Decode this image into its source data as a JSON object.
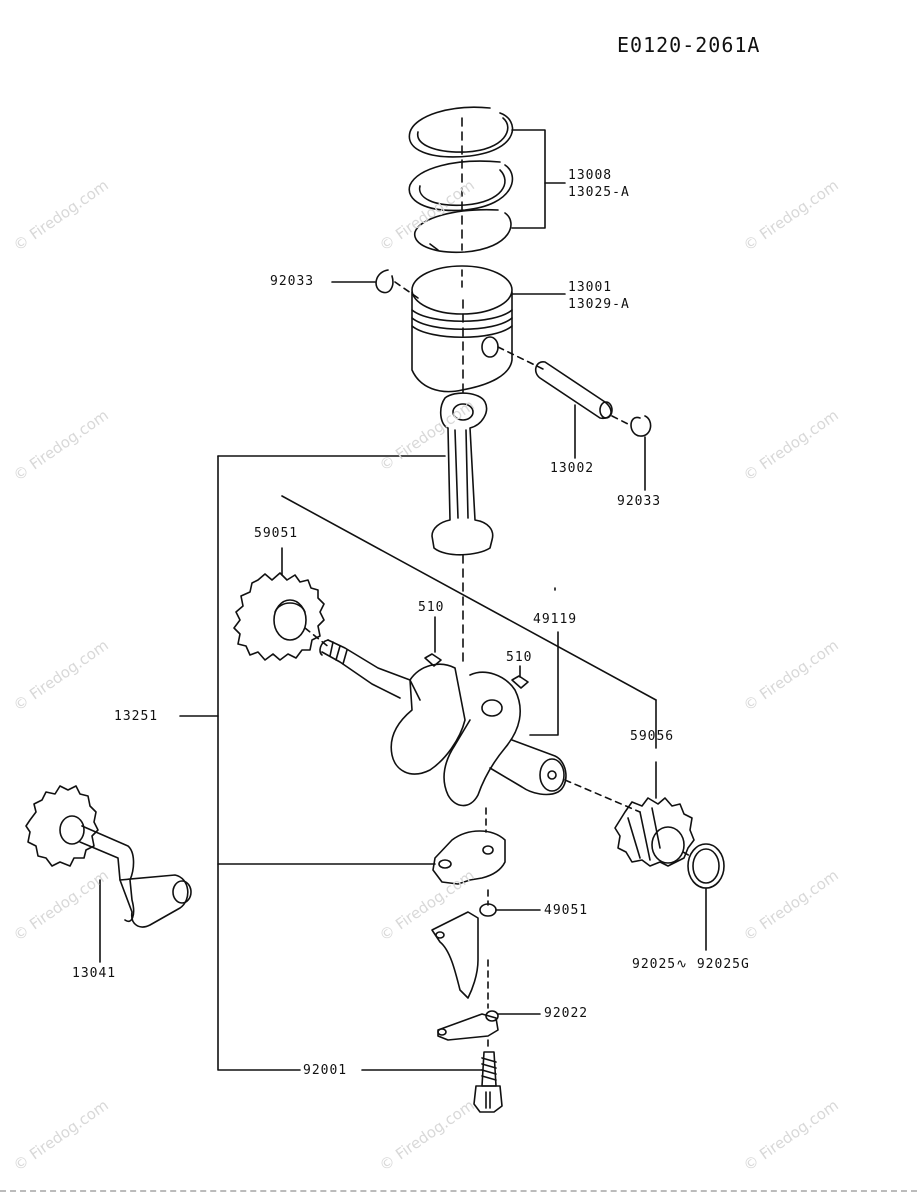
{
  "document_code": "E0120-2061A",
  "watermark": "© Firedog.com",
  "parts": {
    "p13008": "13008",
    "p13025a": "13025-A",
    "p92033_top": "92033",
    "p13001": "13001",
    "p13029a": "13029-A",
    "p13002": "13002",
    "p92033_pin": "92033",
    "p59051": "59051",
    "p510_a": "510",
    "p49119": "49119",
    "p510_b": "510",
    "p13251": "13251",
    "p59056": "59056",
    "p13041": "13041",
    "p49051": "49051",
    "p92025": "92025∿ 92025G",
    "p92022": "92022",
    "p92001": "92001"
  },
  "colors": {
    "ink": "#111111",
    "watermark": "#d8d8d8"
  }
}
